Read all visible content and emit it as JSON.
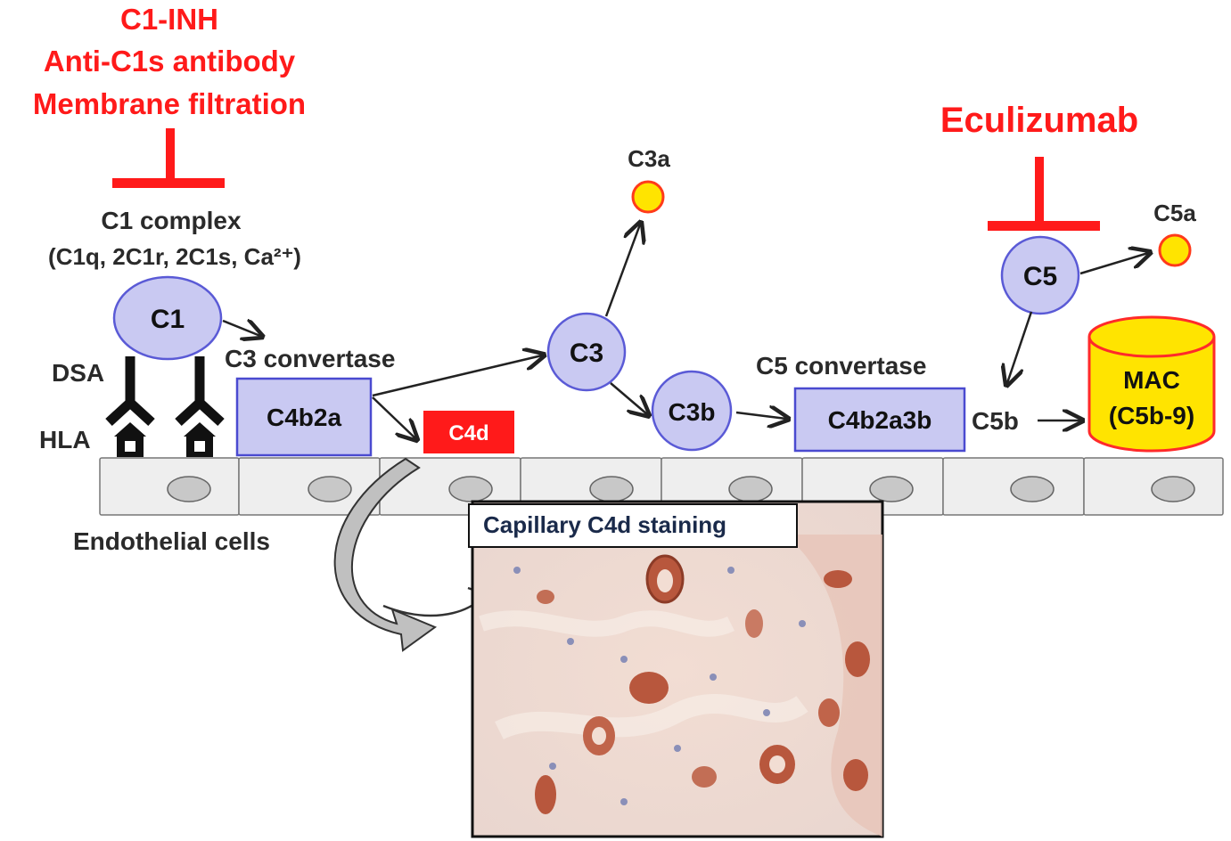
{
  "inhibitors_left": [
    "C1-INH",
    "Anti-C1s antibody",
    "Membrane filtration"
  ],
  "inhibitor_right": "Eculizumab",
  "c1_complex_title": "C1 complex",
  "c1_complex_detail": "(C1q, 2C1r, 2C1s, Ca²⁺)",
  "nodes": {
    "c1": "C1",
    "c3": "C3",
    "c3b": "C3b",
    "c5": "C5"
  },
  "boxes": {
    "c4b2a": "C4b2a",
    "c4d": "C4d",
    "c4b2a3b": "C4b2a3b"
  },
  "labels": {
    "dsa": "DSA",
    "hla": "HLA",
    "c3_convertase": "C3 convertase",
    "c5_convertase": "C5 convertase",
    "c3a": "C3a",
    "c5a": "C5a",
    "c5b": "C5b",
    "endothelial": "Endothelial cells",
    "mac_line1": "MAC",
    "mac_line2": "(C5b-9)",
    "staining_title": "Capillary C4d staining"
  },
  "colors": {
    "inhibitor_red": "#ff1a1a",
    "node_fill": "#c9c9f2",
    "node_stroke": "#5a5ad6",
    "c4d_fill": "#ff1a1a",
    "mac_fill": "#ffe400",
    "mac_stroke": "#ff2a2a",
    "fragment_fill": "#ffe400",
    "fragment_stroke": "#ff3a1a",
    "cell_fill": "#eeeeee",
    "nucleus_fill": "#c8c8c8"
  }
}
